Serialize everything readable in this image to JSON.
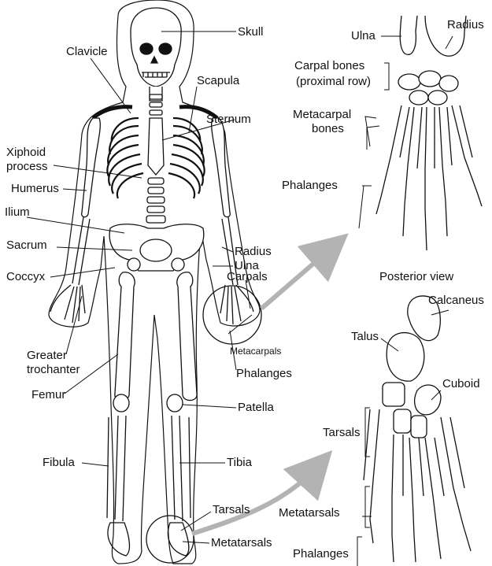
{
  "figure": {
    "skeleton_labels": {
      "skull": "Skull",
      "clavicle": "Clavicle",
      "scapula": "Scapula",
      "sternum": "Sternum",
      "xiphoid_line1": "Xiphoid",
      "xiphoid_line2": "process",
      "humerus": "Humerus",
      "ilium": "Ilium",
      "sacrum": "Sacrum",
      "radius": "Radius",
      "ulna": "Ulna",
      "carpals": "Carpals",
      "coccyx": "Coccyx",
      "greater_line1": "Greater",
      "greater_line2": "trochanter",
      "metacarpals": "Metacarpals",
      "phalanges": "Phalanges",
      "femur": "Femur",
      "patella": "Patella",
      "fibula": "Fibula",
      "tibia": "Tibia",
      "tarsals": "Tarsals",
      "metatarsals": "Metatarsals"
    },
    "hand_labels": {
      "ulna": "Ulna",
      "radius": "Radius",
      "carpal_line1": "Carpal  bones",
      "carpal_line2": "(proximal row)",
      "metacarpal_line1": "Metacarpal",
      "metacarpal_line2": "bones",
      "phalanges": "Phalanges",
      "view": "Posterior view"
    },
    "foot_labels": {
      "calcaneus": "Calcaneus",
      "talus": "Talus",
      "cuboid": "Cuboid",
      "tarsals": "Tarsals",
      "metatarsals": "Metatarsals",
      "phalanges": "Phalanges"
    },
    "colors": {
      "line": "#111111",
      "arrow": "#b3b3b3",
      "bone_fill": "#ffffff"
    }
  }
}
